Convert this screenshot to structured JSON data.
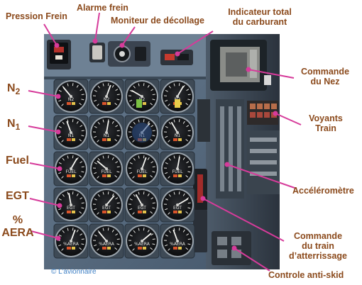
{
  "labels": {
    "pression_frein": "Pression Frein",
    "alarme_frein": "Alarme frein",
    "moniteur_decollage": "Moniteur de décollage",
    "indicateur_carburant_1": "Indicateur total",
    "indicateur_carburant_2": "du carburant",
    "commande_nez_1": "Commande",
    "commande_nez_2": "du Nez",
    "n2_letter": "N",
    "n2_sub": "2",
    "n1_letter": "N",
    "n1_sub": "1",
    "fuel": "Fuel",
    "egt": "EGT",
    "aera_1": "%",
    "aera_2": "AERA",
    "voyants_train_1": "Voyants",
    "voyants_train_2": "Train",
    "accelerometre": "Accéléromètre",
    "commande_train_1": "Commande",
    "commande_train_2": "du train",
    "commande_train_3": "d’atterrissage",
    "controle_antiskid": "Controle anti-skid"
  },
  "gauges": {
    "n2": [
      "N2",
      "N2",
      "N2",
      "N2"
    ],
    "n1": [
      "N1",
      "N1",
      "N1",
      "N1"
    ],
    "fuel": [
      "FUEL",
      "FUEL",
      "FUEL",
      "FUEL"
    ],
    "egt": [
      "EGT",
      "EGT",
      "EGT",
      "EGT"
    ],
    "aera": [
      "%AERA",
      "%AERA",
      "%AERA",
      "%AERA"
    ]
  },
  "copyright": "© L’avionnaire",
  "colors": {
    "label": "#8b4a1c",
    "arrow": "#d63b9a",
    "copyright": "#3d7fc4",
    "panel": "#5b6f83"
  }
}
